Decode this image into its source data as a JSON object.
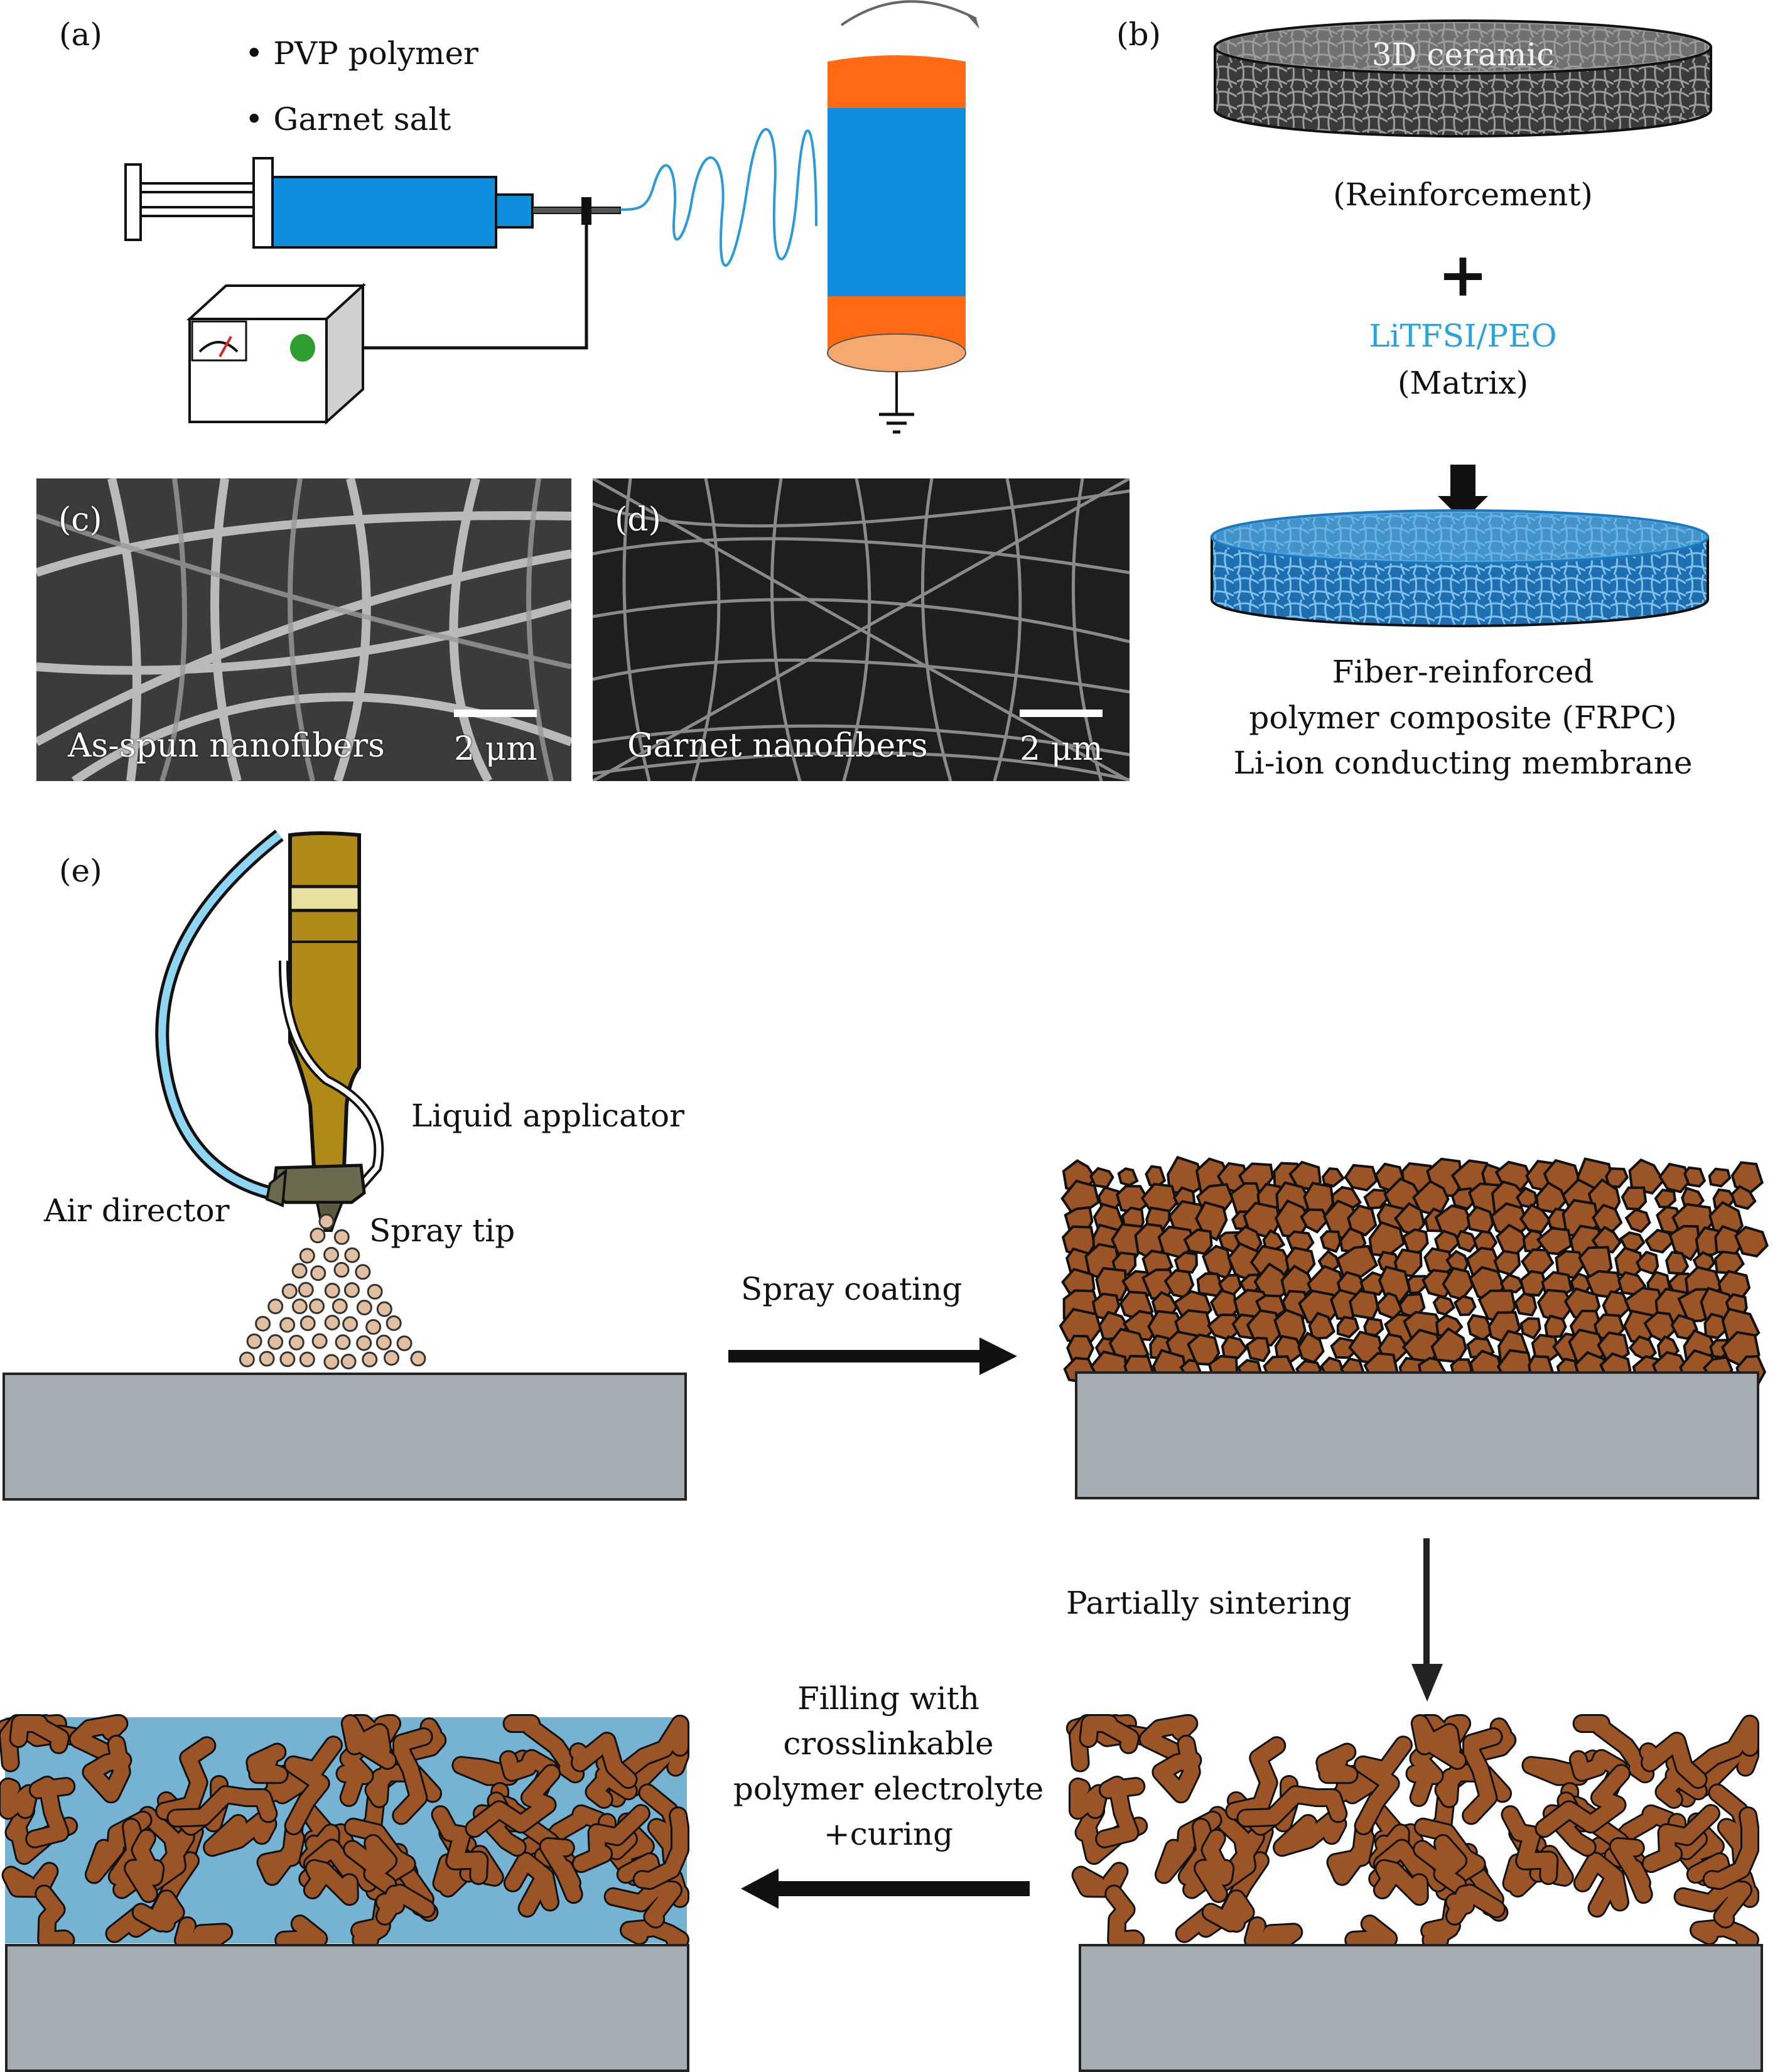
{
  "panels": {
    "a": {
      "label": "(a)",
      "bullets": [
        "PVP polymer",
        "Garnet salt"
      ],
      "colors": {
        "syringe": "#0f8ee0",
        "collector_band": "#ff6a13",
        "collector_end": "#f6a96e",
        "fiber": "#2a9ad8",
        "power_knob": "#2e9e2e"
      }
    },
    "b": {
      "label": "(b)",
      "disk_top_label": "3D ceramic",
      "reinforcement_label": "(Reinforcement)",
      "plus_symbol": "+",
      "matrix_name": "LiTFSI/PEO",
      "matrix_label": "(Matrix)",
      "result_lines": [
        "Fiber-reinforced",
        "polymer composite (FRPC)",
        "Li-ion conducting membrane"
      ],
      "colors": {
        "matrix_text": "#29a3dc",
        "composite_disk": "#2f8fd0"
      }
    },
    "c": {
      "label": "(c)",
      "caption": "As-spun nanofibers",
      "scale": "2 μm"
    },
    "d": {
      "label": "(d)",
      "caption": "Garnet nanofibers",
      "scale": "2 μm"
    },
    "e": {
      "label": "(e)",
      "applicator_labels": {
        "liquid": "Liquid applicator",
        "air": "Air director",
        "tip": "Spray tip"
      },
      "steps": {
        "spray": "Spray coating",
        "sinter": "Partially sintering",
        "fill_lines": [
          "Filling with",
          "crosslinkable",
          "polymer electrolyte",
          "+curing"
        ]
      },
      "colors": {
        "substrate": "#a5adb3",
        "particle": "#9a5426",
        "droplet": "#e2bfa0",
        "polymer_fill": "#76b3d3",
        "gun_body": "#b08a18",
        "air_tube": "#8fd6f2"
      }
    }
  }
}
